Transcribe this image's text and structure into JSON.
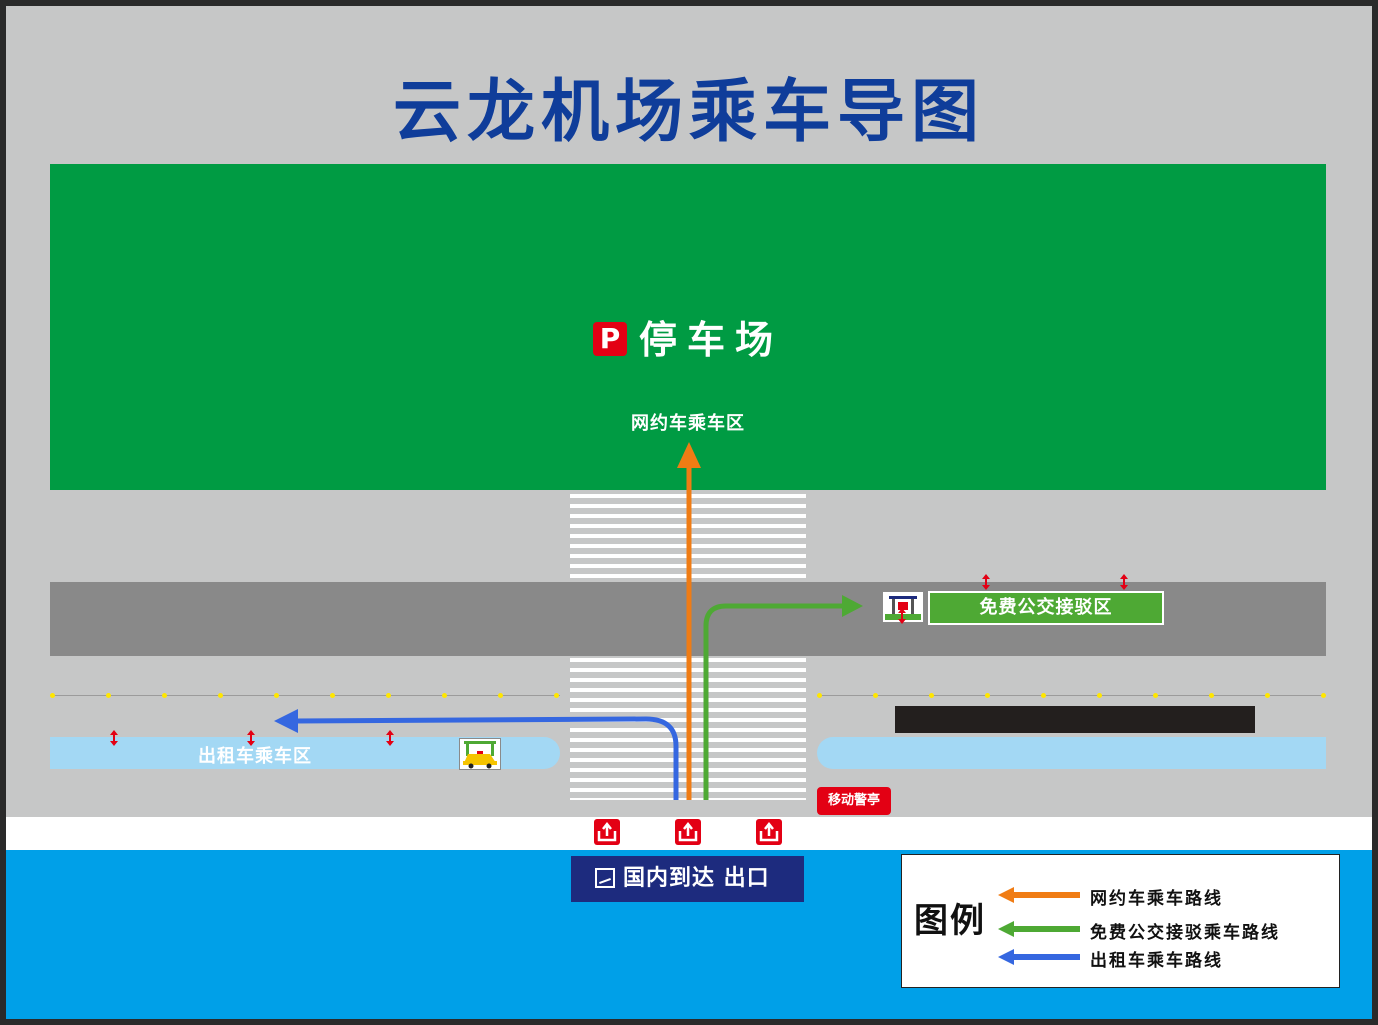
{
  "title": "云龙机场乘车导图",
  "parking": {
    "badge": "P",
    "label": "停车场",
    "ride_hailing_zone": "网约车乘车区"
  },
  "bus_zone": {
    "label": "免费公交接驳区"
  },
  "taxi_zone": {
    "label": "出租车乘车区"
  },
  "police_booth": {
    "label": "移动警亭"
  },
  "exit": {
    "label": "国内到达 出口"
  },
  "legend": {
    "title": "图例",
    "items": [
      {
        "label": "网约车乘车路线",
        "color": "#f07c14"
      },
      {
        "label": "免费公交接驳乘车路线",
        "color": "#4ea934"
      },
      {
        "label": "出租车乘车路线",
        "color": "#3567e0"
      }
    ]
  },
  "colors": {
    "parking": "#009b43",
    "road": "#898989",
    "taxi_zone": "#a3d8f4",
    "bus_zone": "#4ea934",
    "terminal": "#00a0e8",
    "exit_box": "#1d2b7e",
    "title": "#0f3d9a",
    "alert": "#e30014"
  }
}
